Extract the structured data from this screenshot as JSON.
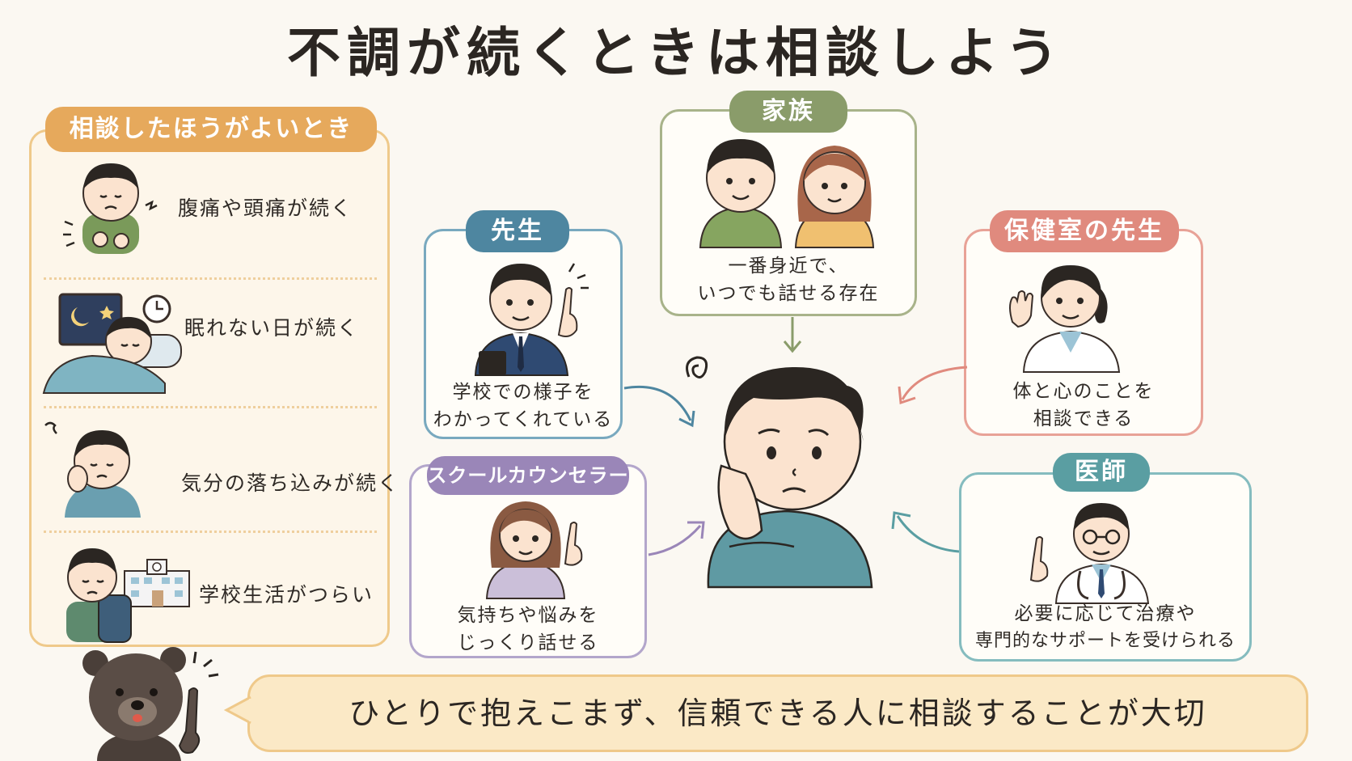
{
  "title": "不調が続くときは相談しよう",
  "left_panel": {
    "heading": "相談したほうがよいとき",
    "items": [
      {
        "label": "腹痛や頭痛が続く",
        "icon": "stomachache-boy-icon"
      },
      {
        "label": "眠れない日が続く",
        "icon": "sleepless-boy-icon"
      },
      {
        "label": "気分の落ち込みが続く",
        "icon": "depressed-boy-icon"
      },
      {
        "label": "学校生活がつらい",
        "icon": "school-boy-icon"
      }
    ]
  },
  "cards": {
    "family": {
      "label": "家族",
      "text1": "一番身近で、",
      "text2": "いつでも話せる存在",
      "color": "#8a9c6a"
    },
    "teacher": {
      "label": "先生",
      "text1": "学校での様子を",
      "text2": "わかってくれている",
      "color": "#4e86a0"
    },
    "nurse": {
      "label": "保健室の先生",
      "text1": "体と心のことを",
      "text2": "相談できる",
      "color": "#e08a7e"
    },
    "counselor": {
      "label": "スクールカウンセラー",
      "text1": "気持ちや悩みを",
      "text2": "じっくり話せる",
      "color": "#9a86b8"
    },
    "doctor": {
      "label": "医師",
      "text1": "必要に応じて治療や",
      "text2": "専門的なサポートを受けられる",
      "color": "#5a9ea2"
    }
  },
  "message": "ひとりで抱えこまず、信頼できる人に相談することが大切",
  "colors": {
    "orange": "#e6a95c",
    "background": "#fbf8f2",
    "sweater": "#5f9aa3",
    "hair": "#2b2622"
  }
}
